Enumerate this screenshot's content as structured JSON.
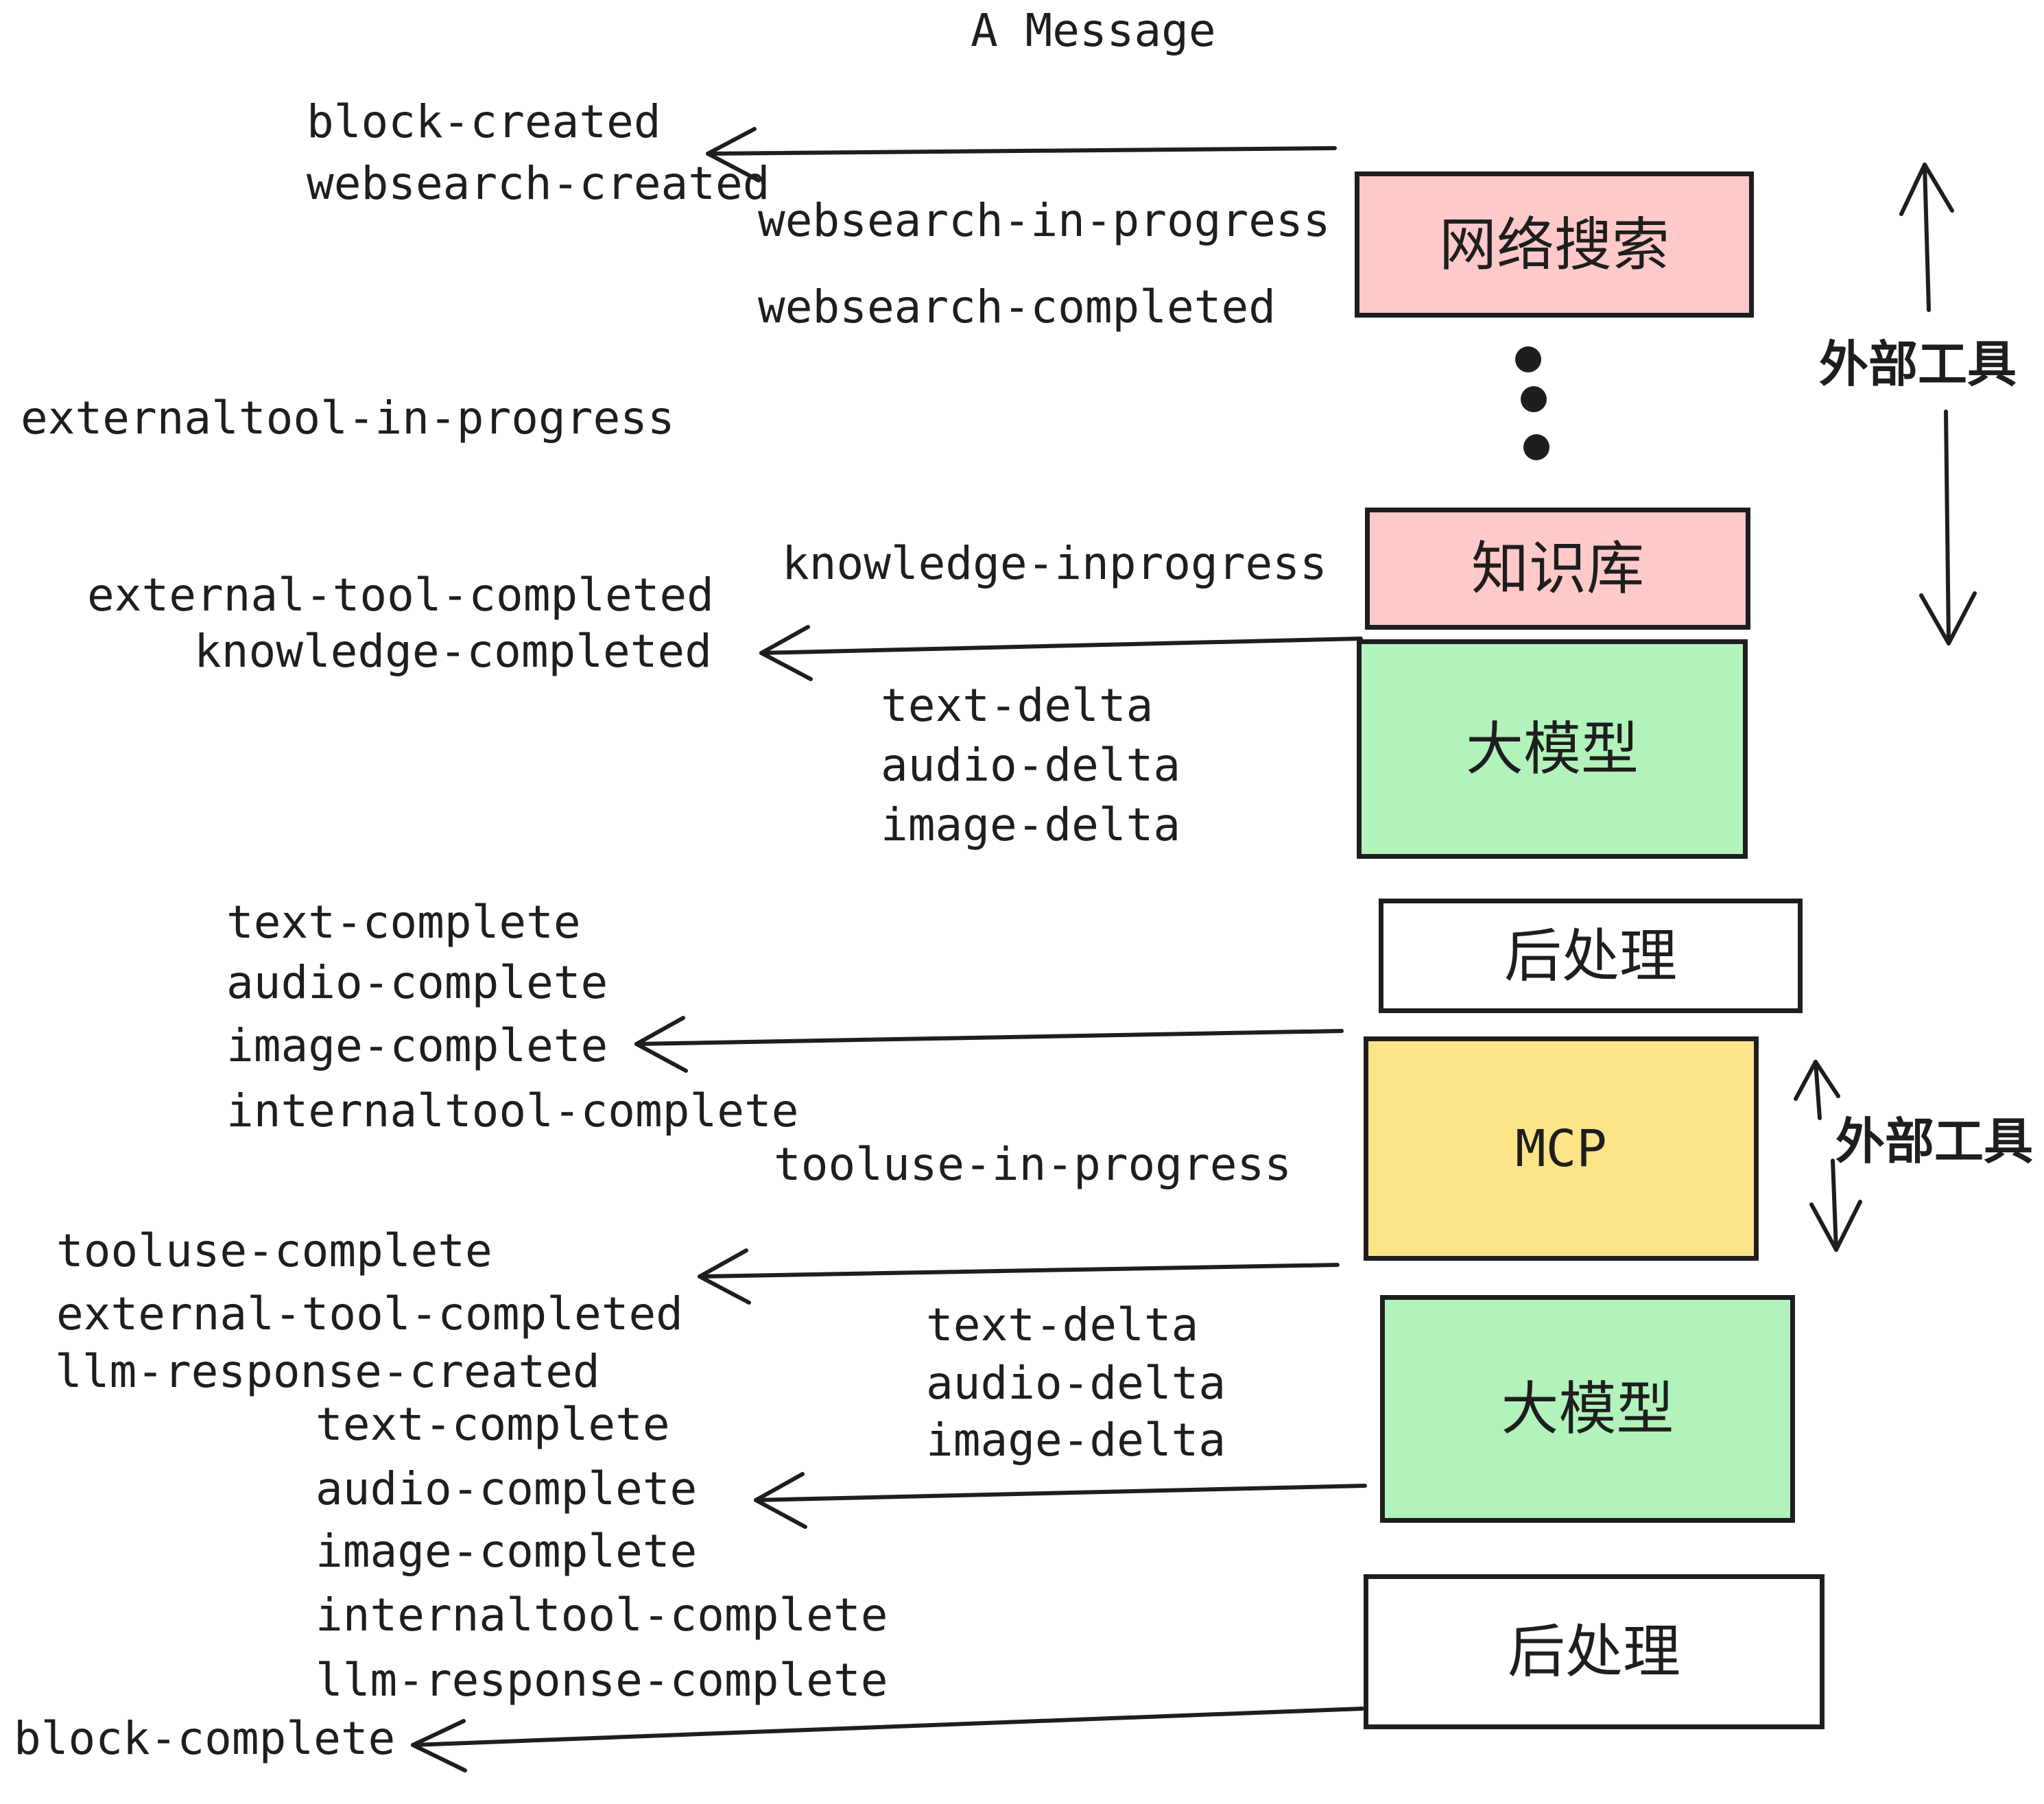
{
  "title": "A Message",
  "boxes": {
    "websearch": {
      "label": "网络搜索"
    },
    "knowledge": {
      "label": "知识库"
    },
    "llm1": {
      "label": "大模型"
    },
    "post1": {
      "label": "后处理"
    },
    "mcp": {
      "label": "MCP"
    },
    "llm2": {
      "label": "大模型"
    },
    "post2": {
      "label": "后处理"
    }
  },
  "side_labels": {
    "external_tools_top": "外部工具",
    "external_tools_mcp": "外部工具"
  },
  "events": {
    "block_created": "block-created",
    "websearch_created": "websearch-created",
    "websearch_in_progress": "websearch-in-progress",
    "websearch_completed": "websearch-completed",
    "externaltool_in_progress": "externaltool-in-progress",
    "knowledge_inprogress": "knowledge-inprogress",
    "external_tool_completed": "external-tool-completed",
    "knowledge_completed": "knowledge-completed",
    "text_delta": "text-delta",
    "audio_delta": "audio-delta",
    "image_delta": "image-delta",
    "text_complete": "text-complete",
    "audio_complete": "audio-complete",
    "image_complete": "image-complete",
    "internaltool_complete": "internaltool-complete",
    "tooluse_in_progress": "tooluse-in-progress",
    "tooluse_complete": "tooluse-complete",
    "llm_response_created": "llm-response-created",
    "llm_response_complete": "llm-response-complete",
    "block_complete": "block-complete"
  },
  "colors": {
    "pink": "#ffc9c9",
    "green": "#b2f2bb",
    "yellow": "#fce488",
    "white": "#ffffff",
    "ink": "#1e1e1e"
  }
}
